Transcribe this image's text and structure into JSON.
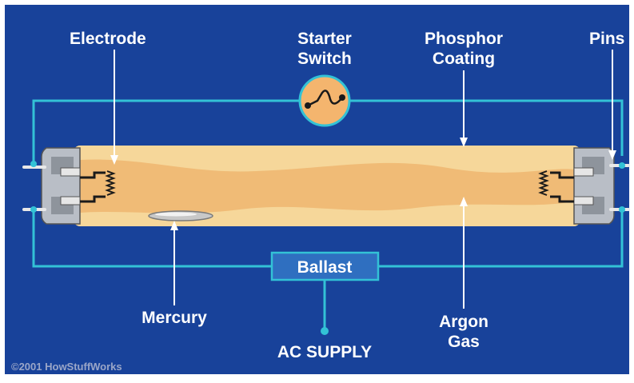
{
  "labels": {
    "electrode": "Electrode",
    "starter_line1": "Starter",
    "starter_line2": "Switch",
    "phosphor_line1": "Phosphor",
    "phosphor_line2": "Coating",
    "pins": "Pins",
    "ballast": "Ballast",
    "mercury": "Mercury",
    "argon_line1": "Argon",
    "argon_line2": "Gas",
    "ac_supply": "AC SUPPLY"
  },
  "copyright": "©2001 HowStuffWorks",
  "colors": {
    "background": "#18429a",
    "wire": "#33c2d6",
    "tube": "#f6d79a",
    "tube_inner": "#eeb670",
    "starter": "#f4b56e",
    "ballast": "#2f6fc0",
    "label": "#ffffff"
  }
}
